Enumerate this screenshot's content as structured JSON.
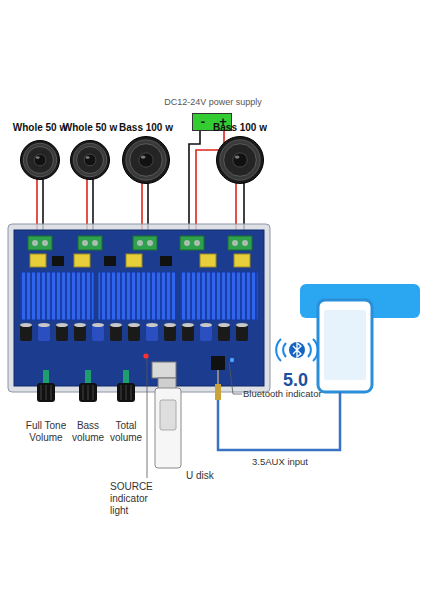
{
  "diagram": {
    "nodes": [
      {
        "text": [
          "DC12-24V power supply",
          "-",
          "+"
        ]
      },
      {
        "text": [
          "Whole 50 w"
        ]
      },
      {
        "text": [
          "Whole 50 w"
        ]
      },
      {
        "text": [
          "Bass 100 w"
        ]
      },
      {
        "text": [
          "Bass 100 w"
        ]
      }
    ],
    "labels": [
      "5.0",
      "Bluetooth indicator",
      "Full Tone Volume",
      "Bass volume",
      "Total volume",
      "SOURCE indicator light",
      "U disk",
      "3.5AUX input"
    ]
  }
}
